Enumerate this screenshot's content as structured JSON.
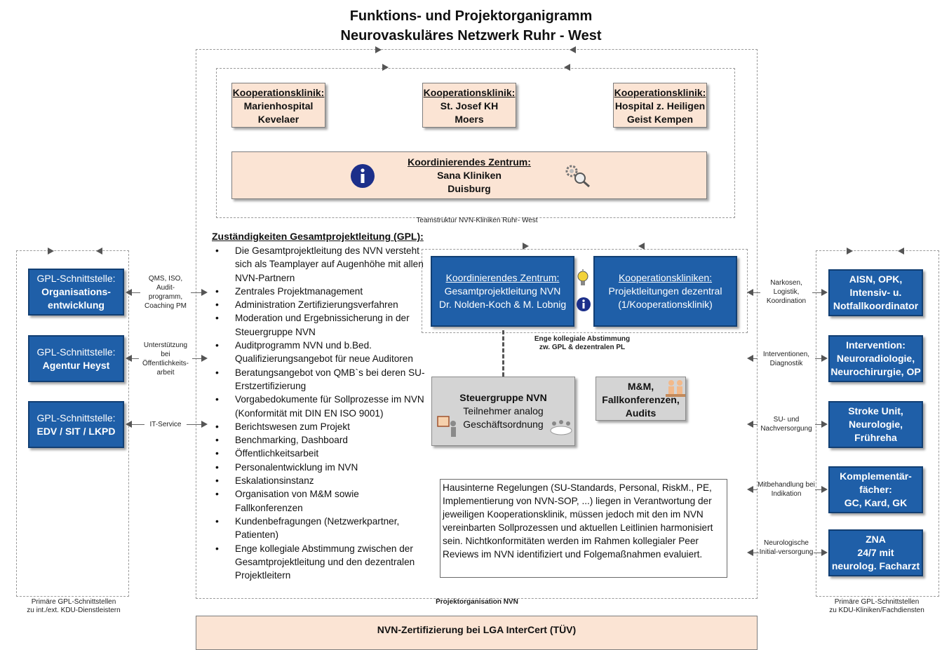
{
  "title": {
    "line1": "Funktions- und Projektorganigramm",
    "line2": "Neurovaskuläres Netzwerk Ruhr - West"
  },
  "team": {
    "clinics": [
      {
        "heading": "Kooperationsklinik:",
        "line1": "Marienhospital",
        "line2": "Kevelaer"
      },
      {
        "heading": "Kooperationsklinik:",
        "line1": "St. Josef KH",
        "line2": "Moers"
      },
      {
        "heading": "Kooperationsklinik:",
        "line1": "Hospital z. Heiligen",
        "line2": "Geist Kempen"
      }
    ],
    "center": {
      "heading": "Koordinierendes Zentrum:",
      "line1": "Sana Kliniken",
      "line2": "Duisburg"
    },
    "caption": "Teamstruktur NVN-Kliniken Ruhr- West"
  },
  "responsibilities": {
    "heading": "Zuständigkeiten Gesamtprojektleitung (GPL):",
    "items": [
      "Die Gesamtprojektleitung des NVN versteht sich als Teamplayer auf Augenhöhe mit allen NVN-Partnern",
      "Zentrales Projektmanagement",
      "Administration Zertifizierungsverfahren",
      "Moderation und Ergebnissicherung in der Steuergruppe NVN",
      "Auditprogramm NVN und b.Bed. Qualifizierungsangebot für neue Auditoren",
      "Beratungsangebot von QMB`s bei deren SU-Erstzertifizierung",
      "Vorgabedokumente für Sollprozesse im NVN (Konformität mit DIN EN ISO 9001)",
      "Berichtswesen zum Projekt",
      "Benchmarking, Dashboard",
      "Öffentlichkeitsarbeit",
      "Personalentwicklung im NVN",
      "Eskalationsinstanz",
      "Organisation von M&M sowie Fallkonferenzen",
      "Kundenbefragungen (Netzwerkpartner, Patienten)",
      "Enge kollegiale Abstimmung zwischen der Gesamtprojektleitung und den dezentralen Projektleitern"
    ]
  },
  "leadership": {
    "center": {
      "heading": "Koordinierendes Zentrum:",
      "line1": "Gesamtprojektleitung NVN",
      "line2": "Dr. Nolden-Koch & M. Lobnig"
    },
    "clinics": {
      "heading": "Kooperationskliniken:",
      "line1": "Projektleitungen dezentral",
      "line2": "(1/Kooperationsklinik)"
    },
    "caption_line1": "Enge kollegiale Abstimmung",
    "caption_line2": "zw. GPL & dezentralen PL"
  },
  "steering": {
    "line1": "Steuergruppe NVN",
    "line2": "Teilnehmer analog",
    "line3": "Geschäftsordnung"
  },
  "mm": {
    "line1": "M&M,",
    "line2": "Fallkonferenzen,",
    "line3": "Audits"
  },
  "note": "Hausinterne Regelungen (SU-Standards, Personal, RiskM., PE, Implementierung von NVN-SOP, ...) liegen in Verantwortung der jeweiligen Kooperationsklinik, müssen jedoch mit den im NVN vereinbarten Sollprozessen und aktuellen Leitlinien harmonisiert sein. Nichtkonformitäten werden im Rahmen kollegialer Peer Reviews im NVN identifiziert und Folgemaßnahmen evaluiert.",
  "project_caption": "Projektorganisation NVN",
  "left_interfaces": {
    "boxes": [
      {
        "line1": "GPL-Schnittstelle:",
        "line2": "Organisations-",
        "line3": "entwicklung",
        "link": "QMS, ISO, Audit-programm, Coaching PM"
      },
      {
        "line1": "GPL-Schnittstelle:",
        "line2": "Agentur Heyst",
        "line3": "",
        "link": "Unterstützung bei Öffentlichkeits-arbeit"
      },
      {
        "line1": "GPL-Schnittstelle:",
        "line2": "EDV / SIT / LKPD",
        "line3": "",
        "link": "IT-Service"
      }
    ],
    "caption_line1": "Primäre GPL-Schnittstellen",
    "caption_line2": "zu int./ext. KDU-Dienstleistern"
  },
  "right_interfaces": {
    "boxes": [
      {
        "line1": "AISN, OPK,",
        "line2": "Intensiv- u.",
        "line3": "Notfallkoordinator",
        "link": "Narkosen, Logistik, Koordination"
      },
      {
        "line1": "Intervention:",
        "line2": "Neuroradiologie,",
        "line3": "Neurochirurgie, OP",
        "link": "Interventionen, Diagnostik"
      },
      {
        "line1": "Stroke Unit,",
        "line2": "Neurologie,",
        "line3": "Frühreha",
        "link": "SU- und Nachversorgung"
      },
      {
        "line1": "Komplementär-",
        "line2": "fächer:",
        "line3": "GC, Kard, GK",
        "link": "Mitbehandlung bei Indikation"
      },
      {
        "line1": "ZNA",
        "line2": "24/7 mit",
        "line3": "neurolog. Facharzt",
        "link": "Neurologische Initial-versorgung"
      }
    ],
    "caption_line1": "Primäre GPL-Schnittstellen",
    "caption_line2": "zu KDU-Kliniken/Fachdiensten"
  },
  "certification": "NVN-Zertifizierung bei LGA InterCert (TÜV)",
  "colors": {
    "blue": "#1f5fa8",
    "peach": "#fbe4d4",
    "grey": "#d4d4d4"
  },
  "icons": [
    "info-icon",
    "gear-search-icon",
    "lightbulb-icon",
    "meeting-icon",
    "presenter-icon"
  ]
}
